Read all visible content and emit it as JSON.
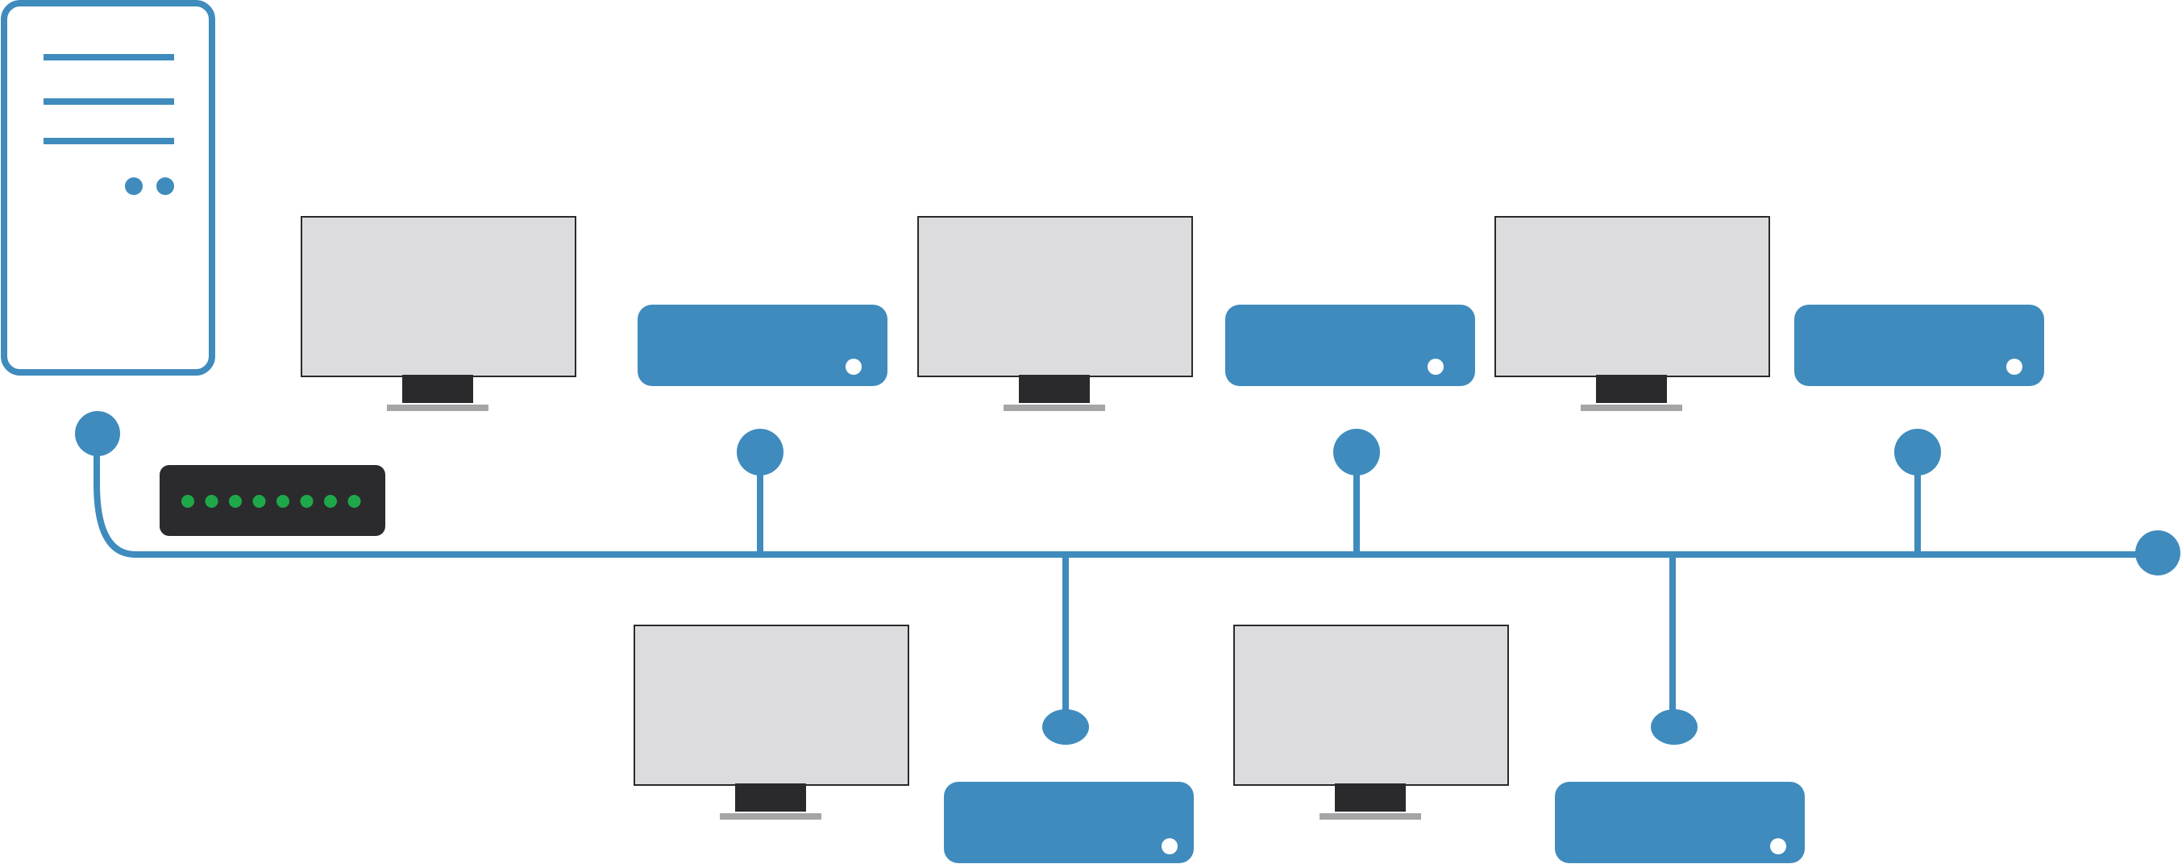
{
  "diagram": {
    "type": "bus-network-topology",
    "colors": {
      "accent": "#3f8bbd",
      "monitor_screen": "#dcdcde",
      "monitor_border": "#2a2a2d",
      "monitor_stand": "#2a2a2d",
      "monitor_base": "#a5a5a7",
      "switch_body": "#2b2b2e",
      "switch_led": "#1fa84a",
      "background": "#ffffff"
    },
    "nodes": [
      {
        "id": "server",
        "kind": "server-tower",
        "icon": "server-icon"
      },
      {
        "id": "switch",
        "kind": "network-switch",
        "icon": "switch-icon",
        "led_count": 8
      },
      {
        "id": "workstation-1",
        "kind": "desktop",
        "icon": "desktop-computer-icon",
        "side": "top"
      },
      {
        "id": "workstation-2",
        "kind": "desktop",
        "icon": "desktop-computer-icon",
        "side": "top"
      },
      {
        "id": "workstation-3",
        "kind": "desktop",
        "icon": "desktop-computer-icon",
        "side": "top"
      },
      {
        "id": "workstation-4",
        "kind": "desktop",
        "icon": "desktop-computer-icon",
        "side": "bottom"
      },
      {
        "id": "workstation-5",
        "kind": "desktop",
        "icon": "desktop-computer-icon",
        "side": "bottom"
      }
    ],
    "connections": [
      {
        "from": "server",
        "to": "bus"
      },
      {
        "from": "workstation-1",
        "to": "bus"
      },
      {
        "from": "workstation-2",
        "to": "bus"
      },
      {
        "from": "workstation-3",
        "to": "bus"
      },
      {
        "from": "workstation-4",
        "to": "bus"
      },
      {
        "from": "workstation-5",
        "to": "bus"
      }
    ]
  }
}
